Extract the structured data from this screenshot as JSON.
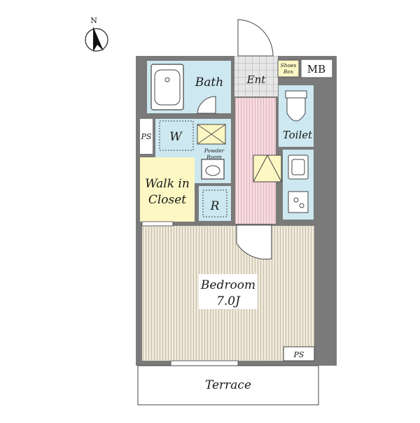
{
  "compass": {
    "north_label": "N"
  },
  "rooms": {
    "entrance": "Ent",
    "shoes_box_line1": "Shoes",
    "shoes_box_line2": "Box",
    "meter_box": "MB",
    "bath": "Bath",
    "toilet": "Toilet",
    "washer": "W",
    "powder_room_line1": "Powder",
    "powder_room_line2": "Room",
    "pipe_space_left": "PS",
    "walk_in_closet_line1": "Walk in",
    "walk_in_closet_line2": "Closet",
    "refrigerator": "R",
    "bedroom_name": "Bedroom",
    "bedroom_size": "7.0J",
    "pipe_space_bottom": "PS",
    "terrace": "Terrace"
  },
  "colors": {
    "wall": "#7a7a7a",
    "water_area": "#cde8f0",
    "entrance_tile": "#e8e8e8",
    "hall": "#f3d7dc",
    "closet": "#fdf7c4",
    "bedroom": "#ece6d6",
    "outline": "#333333"
  }
}
